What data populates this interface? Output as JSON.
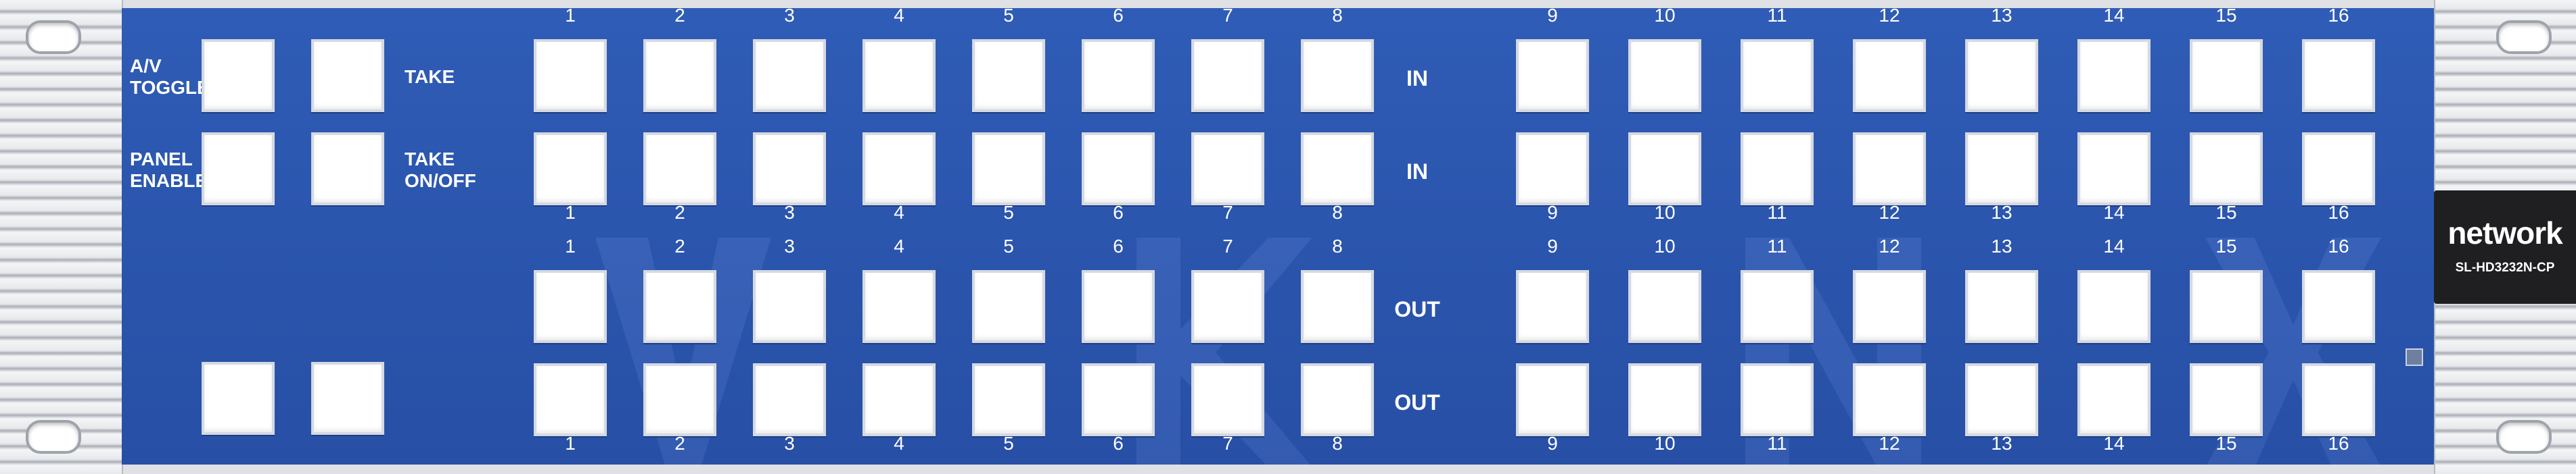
{
  "brand": {
    "logo_text": "network",
    "model": "SL-HD3232N-CP"
  },
  "controls": {
    "av_toggle": "A/V\nTOGGLE",
    "take": "TAKE",
    "panel_enable": "PANEL\nENABLE",
    "take_onoff": "TAKE\nON/OFF"
  },
  "sections": {
    "in": "IN",
    "out": "OUT"
  },
  "channels": [
    "1",
    "2",
    "3",
    "4",
    "5",
    "6",
    "7",
    "8",
    "9",
    "10",
    "11",
    "12",
    "13",
    "14",
    "15",
    "16"
  ],
  "colors": {
    "panel": "#2b56ad",
    "button": "#ffffff",
    "ear": "#dfe1e5",
    "badge": "#1f1f22"
  }
}
